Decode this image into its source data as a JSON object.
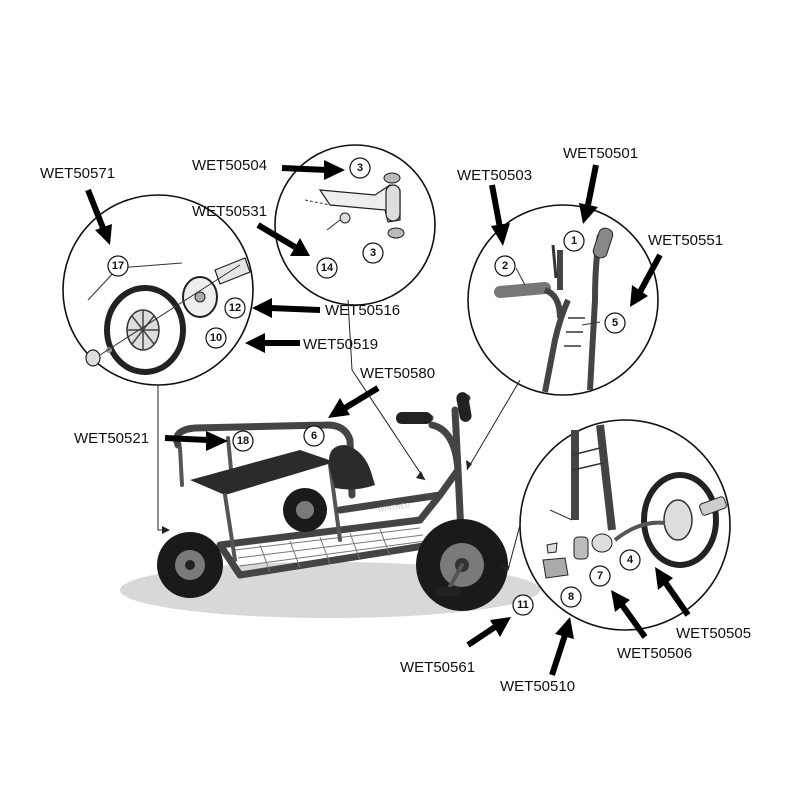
{
  "part_codes": {
    "c50571": "WET50571",
    "c50504": "WET50504",
    "c50531": "WET50531",
    "c50516": "WET50516",
    "c50519": "WET50519",
    "c50503": "WET50503",
    "c50501": "WET50501",
    "c50551": "WET50551",
    "c50580": "WET50580",
    "c50521": "WET50521",
    "c50561": "WET50561",
    "c50510": "WET50510",
    "c50506": "WET50506",
    "c50505": "WET50505"
  },
  "callout_numbers": {
    "n1": "1",
    "n2": "2",
    "n3a": "3",
    "n3b": "3",
    "n4": "4",
    "n5": "5",
    "n6": "6",
    "n7": "7",
    "n8": "8",
    "n10": "10",
    "n11": "11",
    "n12": "12",
    "n14": "14",
    "n17": "17",
    "n18": "18"
  },
  "brand_mark": "WINTHER",
  "colors": {
    "ink": "#111111",
    "frame": "#444444",
    "tyre": "#1a1a1a",
    "background": "#ffffff"
  }
}
